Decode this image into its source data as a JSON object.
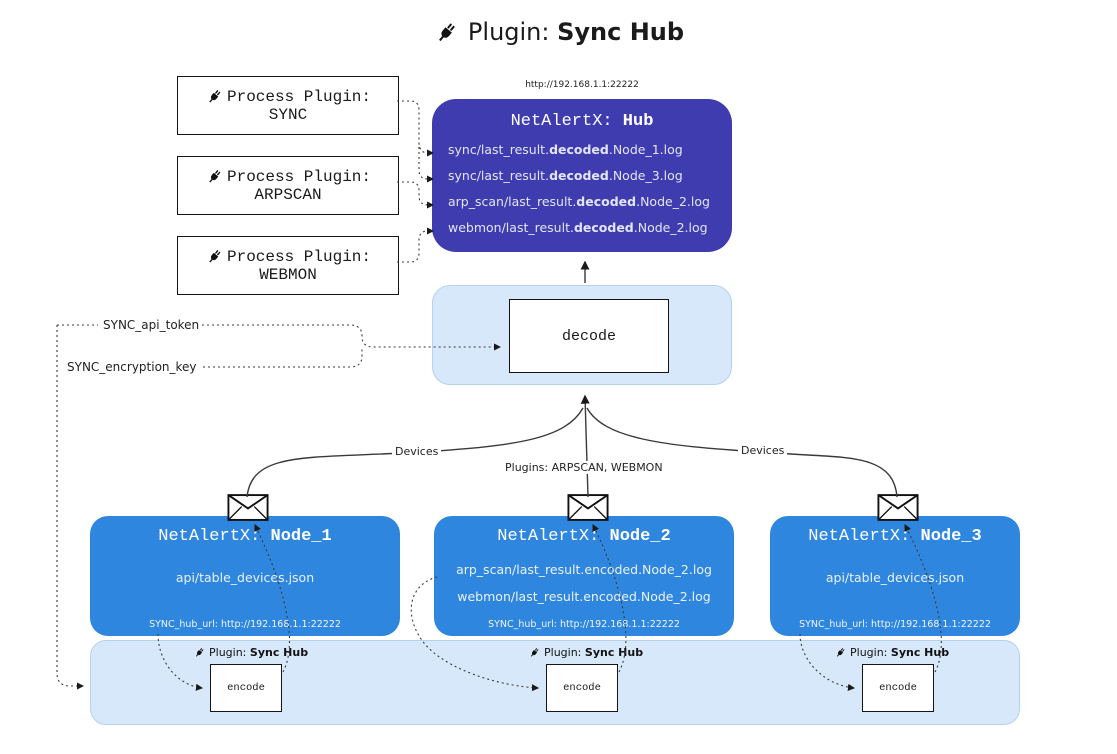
{
  "title": {
    "prefix": "Plugin:",
    "name": "Sync Hub"
  },
  "process_plugins": [
    {
      "label": "Process Plugin:",
      "name": "SYNC"
    },
    {
      "label": "Process Plugin:",
      "name": "ARPSCAN"
    },
    {
      "label": "Process Plugin:",
      "name": "WEBMON"
    }
  ],
  "hub": {
    "url": "http://192.168.1.1:22222",
    "title_prefix": "NetAlertX: ",
    "title_name": "Hub",
    "files": [
      {
        "pre": "sync/last_result.",
        "bold": "decoded",
        "post": ".Node_1.log"
      },
      {
        "pre": "sync/last_result.",
        "bold": "decoded",
        "post": ".Node_3.log"
      },
      {
        "pre": "arp_scan/last_result.",
        "bold": "decoded",
        "post": ".Node_2.log"
      },
      {
        "pre": "webmon/last_result.",
        "bold": "decoded",
        "post": ".Node_2.log"
      }
    ]
  },
  "decode": {
    "label": "decode"
  },
  "config": {
    "api_token": "SYNC_api_token",
    "encryption_key": "SYNC_encryption_key"
  },
  "edges": {
    "devices_left": "Devices",
    "plugins_center": "Plugins: ARPSCAN, WEBMON",
    "devices_right": "Devices"
  },
  "nodes": [
    {
      "title_prefix": "NetAlertX: ",
      "title_name": "Node_1",
      "files": [
        "api/table_devices.json"
      ],
      "hub_url_label": "SYNC_hub_url: http://192.168.1.1:22222"
    },
    {
      "title_prefix": "NetAlertX: ",
      "title_name": "Node_2",
      "files": [
        "arp_scan/last_result.encoded.Node_2.log",
        "webmon/last_result.encoded.Node_2.log"
      ],
      "hub_url_label": "SYNC_hub_url: http://192.168.1.1:22222"
    },
    {
      "title_prefix": "NetAlertX: ",
      "title_name": "Node_3",
      "files": [
        "api/table_devices.json"
      ],
      "hub_url_label": "SYNC_hub_url: http://192.168.1.1:22222"
    }
  ],
  "encoder": {
    "label_prefix": "Plugin:",
    "label_name": "Sync Hub",
    "box_label": "encode"
  },
  "colors": {
    "hub_bg": "#3e3cae",
    "node_bg": "#2e86de",
    "panel_bg": "#d7e8fa"
  }
}
